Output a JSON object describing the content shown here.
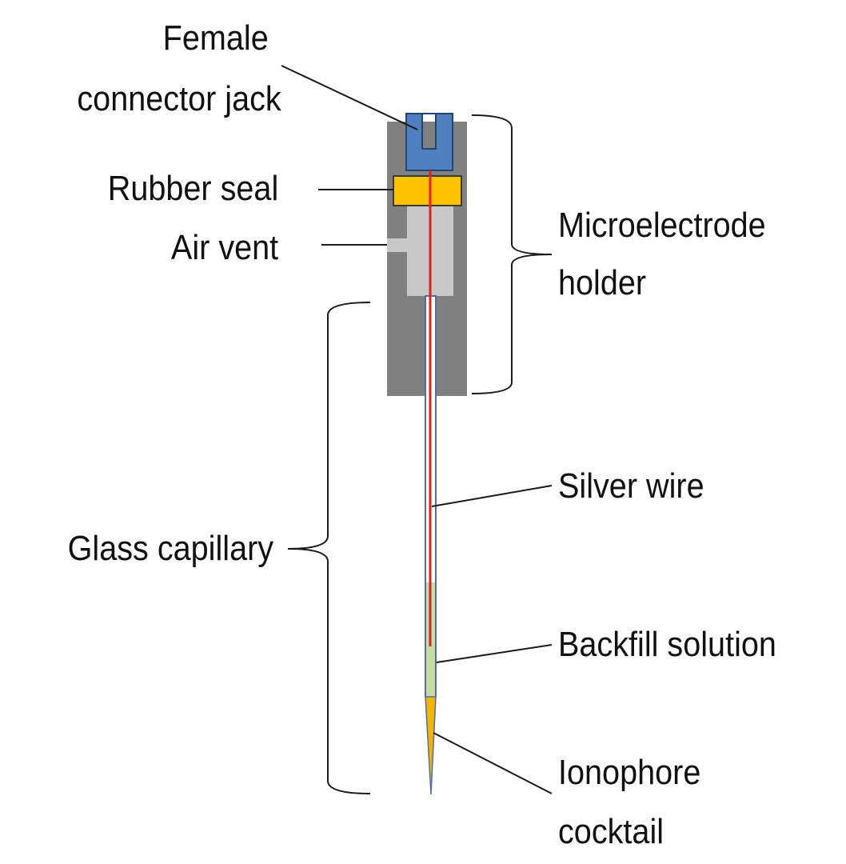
{
  "labels": {
    "female_connector_line1": "Female",
    "female_connector_line2": "connector jack",
    "rubber_seal": "Rubber seal",
    "air_vent": "Air vent",
    "holder_line1": "Microelectrode",
    "holder_line2": "holder",
    "silver_wire": "Silver wire",
    "glass_capillary": "Glass capillary",
    "backfill_solution": "Backfill solution",
    "ionophore_line1": "Ionophore",
    "ionophore_line2": "cocktail"
  },
  "colors": {
    "holder_body": "#808080",
    "air_chamber": "#c8c8c8",
    "connector_jack": "#4f7fbf",
    "connector_outline": "#24466e",
    "rubber_seal": "#ffc000",
    "seal_outline": "#3a3a3a",
    "silver_wire": "#e0201c",
    "capillary_glass": "#4f6fa8",
    "backfill_solution": "#c5dca6",
    "ionophore_cocktail": "#f5b400",
    "leader_lines": "#1a1a1a"
  }
}
